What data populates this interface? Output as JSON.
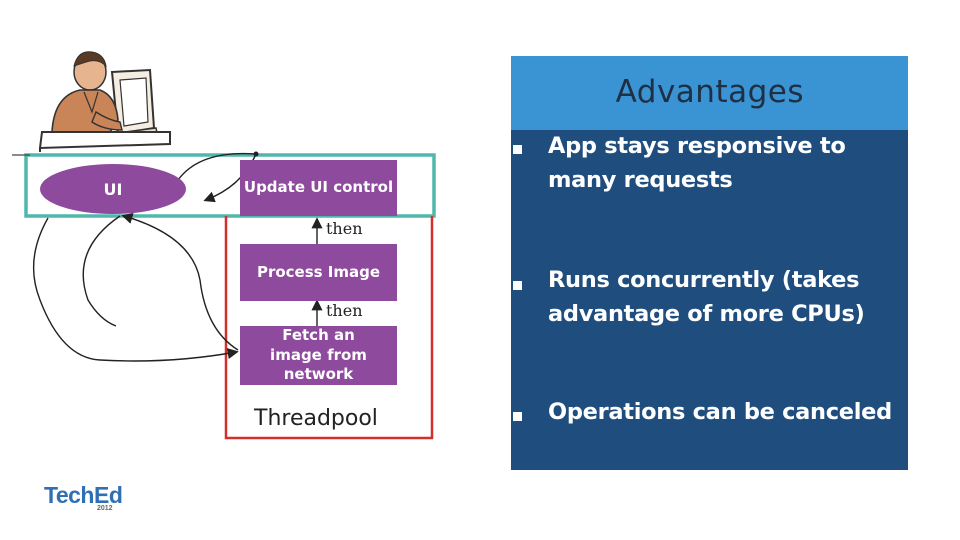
{
  "diagram": {
    "ui_label": "UI",
    "update_label": "Update UI control",
    "process_label": "Process Image",
    "fetch_label": "Fetch an image from network",
    "then_label_1": "then",
    "then_label_2": "then",
    "threadpool_label": "Threadpool",
    "ui_thread_border_color": "#4fb8ad",
    "threadpool_border_color": "#d4302b",
    "box_color": "#8e4a9c"
  },
  "panel": {
    "title": "Advantages",
    "header_color": "#3a93d3",
    "body_color": "#1f4e7e",
    "bullets": [
      "App stays responsive to many requests",
      "Runs concurrently  (takes advantage of more CPUs)",
      "Operations can be canceled"
    ]
  },
  "logo": {
    "name": "TechEd",
    "year": "2012"
  },
  "icons": [
    "person-at-computer-icon",
    "bullet-square-icon"
  ]
}
